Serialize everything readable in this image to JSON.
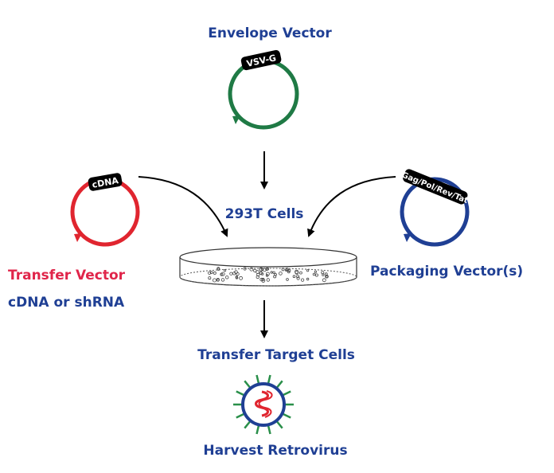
{
  "labels": {
    "envelope_vector": "Envelope Vector",
    "cells_293t": "293T Cells",
    "transfer_vector": "Transfer Vector",
    "cdna_or_shrna": "cDNA or shRNA",
    "packaging_vectors": "Packaging Vector(s)",
    "transfer_target_cells": "Transfer Target Cells",
    "harvest_retrovirus": "Harvest Retrovirus"
  },
  "plasmid_tags": {
    "envelope": "VSV-G",
    "transfer": "cDNA",
    "packaging": "Gag/Pol/Rev/Tat"
  },
  "colors": {
    "blue_text": "#1f3f94",
    "red_text": "#e0254a",
    "envelope_plasmid": "#1f7a45",
    "transfer_plasmid": "#e0252f",
    "packaging_plasmid": "#1f3f94",
    "virus_ring": "#1f3f94",
    "virus_spikes": "#2a8f4a",
    "virus_rna": "#e0252f",
    "arrows": "#000000"
  }
}
